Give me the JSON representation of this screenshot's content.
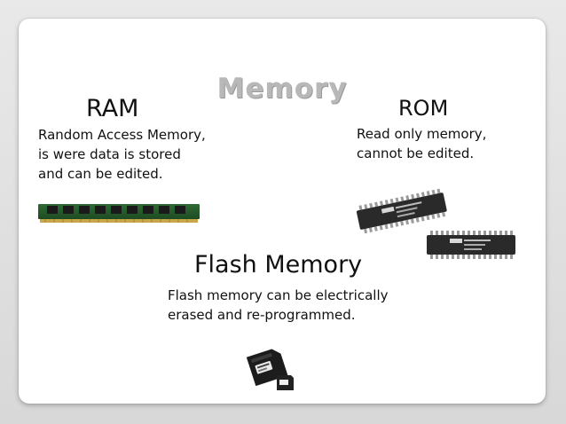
{
  "slide": {
    "title": "Memory",
    "ram": {
      "heading": "RAM",
      "description": "Random Access Memory,\nis were data is stored\nand can be edited."
    },
    "rom": {
      "heading": "ROM",
      "description": "Read only memory,\ncannot be edited."
    },
    "flash": {
      "heading": "Flash Memory",
      "description": "Flash memory can be electrically\nerased and re-programmed."
    }
  },
  "colors": {
    "background": "#e0e0e0",
    "card": "#ffffff",
    "title": "#b8b8b8",
    "text": "#111111"
  },
  "icons": {
    "ram": "ram-stick-icon",
    "rom": "rom-chip-icon",
    "flash": "microsd-card-icon"
  }
}
